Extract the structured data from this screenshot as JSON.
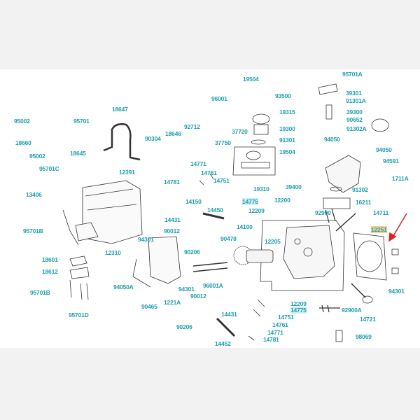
{
  "diagram": {
    "title": "Cylinder head exploded parts diagram",
    "highlighted_part": "12251",
    "colors": {
      "label": "#1f9fae",
      "highlight_orange": "#f6d18a",
      "highlight_cyan": "#cdeff3",
      "arrow": "#e02020"
    },
    "labels": [
      "19504",
      "95701A",
      "93500",
      "96001",
      "39301",
      "91301A",
      "19315",
      "39300",
      "90652",
      "95002",
      "95701",
      "18647",
      "92712",
      "19300",
      "91302A",
      "18646",
      "90304",
      "91301",
      "37720",
      "18660",
      "18645",
      "95002",
      "37750",
      "19504",
      "94050",
      "94050",
      "94591",
      "95701C",
      "12391",
      "14771",
      "14761",
      "14781",
      "14751",
      "1711A",
      "19310",
      "39400",
      "13406",
      "91302",
      "14150",
      "14775",
      "12200",
      "16211",
      "14450",
      "12209",
      "92900",
      "14711",
      "95701B",
      "14431",
      "12251",
      "14100",
      "90012",
      "12310",
      "94301",
      "12205",
      "90478",
      "90206",
      "18601",
      "18612",
      "96001A",
      "94050A",
      "95701B",
      "94301",
      "1221A",
      "90012",
      "94301",
      "12209",
      "14775",
      "14431",
      "92900A",
      "14751",
      "14721",
      "90465",
      "95701D",
      "90206",
      "14761",
      "14771",
      "14781",
      "14452",
      "98069"
    ]
  }
}
